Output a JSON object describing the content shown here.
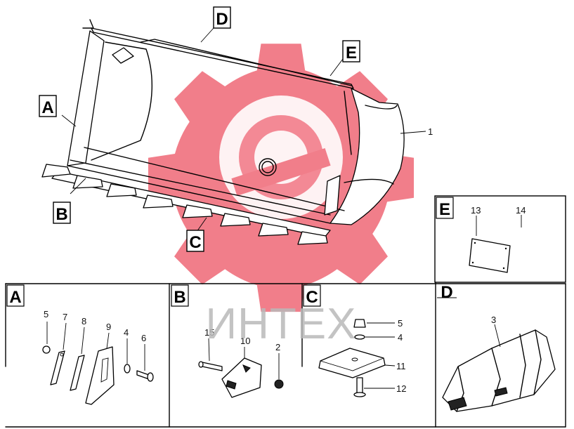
{
  "watermark": {
    "text": "ИНТЕХ",
    "gear_color": "#ee5a6a"
  },
  "main_callouts": {
    "A": "A",
    "B": "B",
    "C": "C",
    "D": "D",
    "E": "E",
    "part1": "1"
  },
  "panel_E": {
    "letter": "E",
    "labels": [
      "13",
      "14"
    ]
  },
  "panel_A": {
    "letter": "A",
    "labels": [
      "5",
      "7",
      "8",
      "9",
      "4",
      "6"
    ]
  },
  "panel_B": {
    "letter": "B",
    "labels": [
      "15",
      "10",
      "2"
    ]
  },
  "panel_C": {
    "letter": "C",
    "labels": [
      "5",
      "4",
      "11",
      "12"
    ]
  },
  "panel_D": {
    "letter": "D",
    "labels": [
      "3"
    ]
  }
}
